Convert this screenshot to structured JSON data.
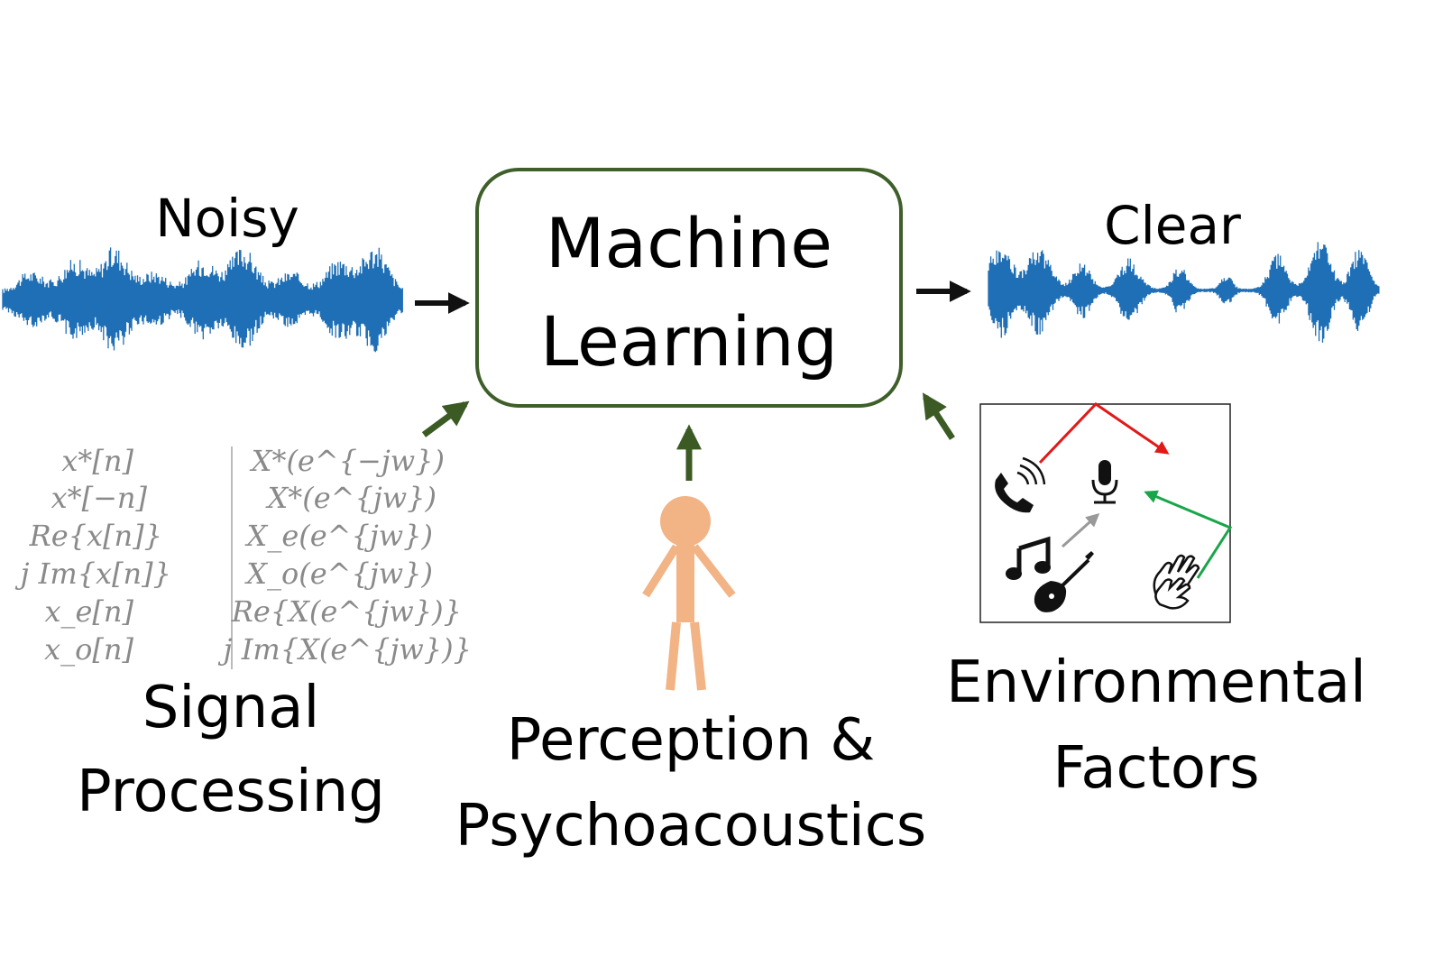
{
  "labels": {
    "noisy": "Noisy",
    "clear": "Clear",
    "center_line1": "Machine",
    "center_line2": "Learning",
    "signal_line1": "Signal",
    "signal_line2": "Processing",
    "perception_line1": "Perception &",
    "perception_line2": "Psychoacoustics",
    "environment_line1": "Environmental",
    "environment_line2": "Factors"
  },
  "signal_processing": {
    "time_domain": [
      "x*[n]",
      "x*[−n]",
      "Re{x[n]}",
      "j Im{x[n]}",
      "x_e[n]",
      "x_o[n]"
    ],
    "freq_domain": [
      "X*(e^{−jw})",
      "X*(e^{jw})",
      "X_e(e^{jw})",
      "X_o(e^{jw})",
      "Re{X(e^{jw})}",
      "j Im{X(e^{jw})}"
    ]
  },
  "environment_icons": [
    "phone-icon",
    "microphone-icon",
    "music-note-icon",
    "guitar-icon",
    "clapping-hands-icon"
  ],
  "colors": {
    "waveform": "#1f6fb6",
    "box_border": "#3f5f2a",
    "green_arrow": "#3b5a24",
    "black_arrow": "#111111",
    "person": "#f2b385",
    "red_path": "#e11919",
    "green_path": "#19a64a",
    "gray_path": "#999999",
    "math_text": "#8a8a8a"
  }
}
